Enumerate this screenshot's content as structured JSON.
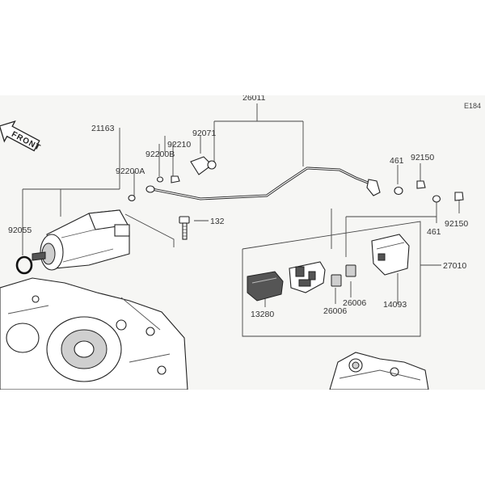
{
  "diagram": {
    "ref_code": "E184",
    "front_label": "FRONT",
    "parts": {
      "starter_cable": "26011",
      "starter_motor": "21163",
      "oring": "92055",
      "bolt_132": "132",
      "washer_92200a": "92200A",
      "washer_92200b": "92200B",
      "nut_92210": "92210",
      "cap_92071": "92071",
      "nut_461_a": "461",
      "nut_461_b": "461",
      "cap_92150_a": "92150",
      "cap_92150_b": "92150",
      "relay_assy": "27010",
      "cover_13280": "13280",
      "fuse_26006_a": "26006",
      "fuse_26006_b": "26006",
      "cover_14093": "14093"
    }
  }
}
